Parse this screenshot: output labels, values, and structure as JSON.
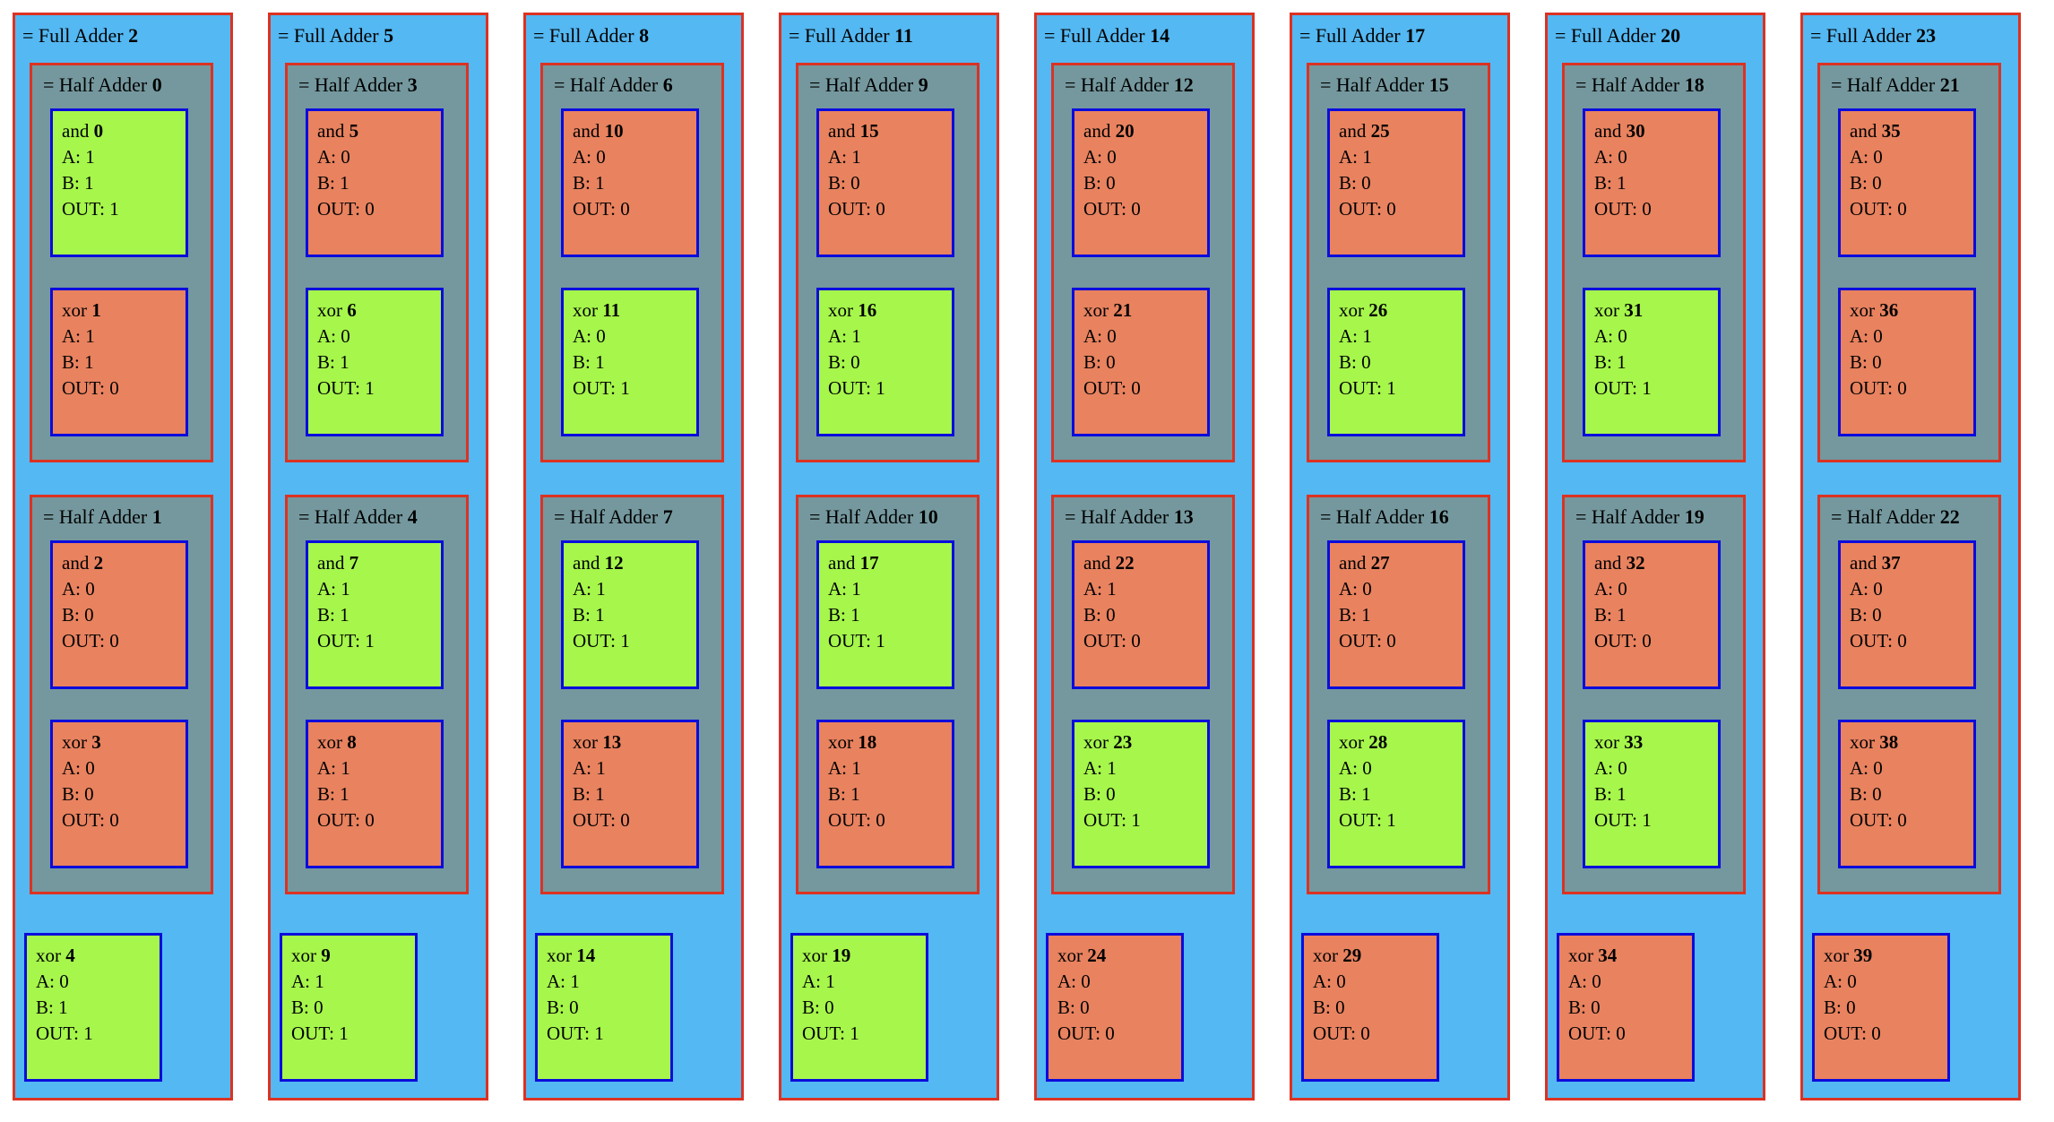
{
  "colors": {
    "page_bg": "#ffffff",
    "full_adder_bg": "#54b8f2",
    "outer_border": "#dc3222",
    "half_adder_bg": "#74989e",
    "gate_border": "#0b0bdc",
    "gate_on": "#a6f64b",
    "gate_off": "#e8825f",
    "text": "#000000"
  },
  "labels": {
    "full_adder_prefix": "= Full Adder",
    "half_adder_prefix": "= Half Adder",
    "a_prefix": "A:",
    "b_prefix": "B:",
    "out_prefix": "OUT:"
  },
  "full_adders": [
    {
      "id": 2,
      "half_adders": [
        {
          "id": 0,
          "gates": [
            {
              "type": "and",
              "id": 0,
              "a": 1,
              "b": 1,
              "out": 1
            },
            {
              "type": "xor",
              "id": 1,
              "a": 1,
              "b": 1,
              "out": 0
            }
          ]
        },
        {
          "id": 1,
          "gates": [
            {
              "type": "and",
              "id": 2,
              "a": 0,
              "b": 0,
              "out": 0
            },
            {
              "type": "xor",
              "id": 3,
              "a": 0,
              "b": 0,
              "out": 0
            }
          ]
        }
      ],
      "output_gate": {
        "type": "xor",
        "id": 4,
        "a": 0,
        "b": 1,
        "out": 1
      }
    },
    {
      "id": 5,
      "half_adders": [
        {
          "id": 3,
          "gates": [
            {
              "type": "and",
              "id": 5,
              "a": 0,
              "b": 1,
              "out": 0
            },
            {
              "type": "xor",
              "id": 6,
              "a": 0,
              "b": 1,
              "out": 1
            }
          ]
        },
        {
          "id": 4,
          "gates": [
            {
              "type": "and",
              "id": 7,
              "a": 1,
              "b": 1,
              "out": 1
            },
            {
              "type": "xor",
              "id": 8,
              "a": 1,
              "b": 1,
              "out": 0
            }
          ]
        }
      ],
      "output_gate": {
        "type": "xor",
        "id": 9,
        "a": 1,
        "b": 0,
        "out": 1
      }
    },
    {
      "id": 8,
      "half_adders": [
        {
          "id": 6,
          "gates": [
            {
              "type": "and",
              "id": 10,
              "a": 0,
              "b": 1,
              "out": 0
            },
            {
              "type": "xor",
              "id": 11,
              "a": 0,
              "b": 1,
              "out": 1
            }
          ]
        },
        {
          "id": 7,
          "gates": [
            {
              "type": "and",
              "id": 12,
              "a": 1,
              "b": 1,
              "out": 1
            },
            {
              "type": "xor",
              "id": 13,
              "a": 1,
              "b": 1,
              "out": 0
            }
          ]
        }
      ],
      "output_gate": {
        "type": "xor",
        "id": 14,
        "a": 1,
        "b": 0,
        "out": 1
      }
    },
    {
      "id": 11,
      "half_adders": [
        {
          "id": 9,
          "gates": [
            {
              "type": "and",
              "id": 15,
              "a": 1,
              "b": 0,
              "out": 0
            },
            {
              "type": "xor",
              "id": 16,
              "a": 1,
              "b": 0,
              "out": 1
            }
          ]
        },
        {
          "id": 10,
          "gates": [
            {
              "type": "and",
              "id": 17,
              "a": 1,
              "b": 1,
              "out": 1
            },
            {
              "type": "xor",
              "id": 18,
              "a": 1,
              "b": 1,
              "out": 0
            }
          ]
        }
      ],
      "output_gate": {
        "type": "xor",
        "id": 19,
        "a": 1,
        "b": 0,
        "out": 1
      }
    },
    {
      "id": 14,
      "half_adders": [
        {
          "id": 12,
          "gates": [
            {
              "type": "and",
              "id": 20,
              "a": 0,
              "b": 0,
              "out": 0
            },
            {
              "type": "xor",
              "id": 21,
              "a": 0,
              "b": 0,
              "out": 0
            }
          ]
        },
        {
          "id": 13,
          "gates": [
            {
              "type": "and",
              "id": 22,
              "a": 1,
              "b": 0,
              "out": 0
            },
            {
              "type": "xor",
              "id": 23,
              "a": 1,
              "b": 0,
              "out": 1
            }
          ]
        }
      ],
      "output_gate": {
        "type": "xor",
        "id": 24,
        "a": 0,
        "b": 0,
        "out": 0
      }
    },
    {
      "id": 17,
      "half_adders": [
        {
          "id": 15,
          "gates": [
            {
              "type": "and",
              "id": 25,
              "a": 1,
              "b": 0,
              "out": 0
            },
            {
              "type": "xor",
              "id": 26,
              "a": 1,
              "b": 0,
              "out": 1
            }
          ]
        },
        {
          "id": 16,
          "gates": [
            {
              "type": "and",
              "id": 27,
              "a": 0,
              "b": 1,
              "out": 0
            },
            {
              "type": "xor",
              "id": 28,
              "a": 0,
              "b": 1,
              "out": 1
            }
          ]
        }
      ],
      "output_gate": {
        "type": "xor",
        "id": 29,
        "a": 0,
        "b": 0,
        "out": 0
      }
    },
    {
      "id": 20,
      "half_adders": [
        {
          "id": 18,
          "gates": [
            {
              "type": "and",
              "id": 30,
              "a": 0,
              "b": 1,
              "out": 0
            },
            {
              "type": "xor",
              "id": 31,
              "a": 0,
              "b": 1,
              "out": 1
            }
          ]
        },
        {
          "id": 19,
          "gates": [
            {
              "type": "and",
              "id": 32,
              "a": 0,
              "b": 1,
              "out": 0
            },
            {
              "type": "xor",
              "id": 33,
              "a": 0,
              "b": 1,
              "out": 1
            }
          ]
        }
      ],
      "output_gate": {
        "type": "xor",
        "id": 34,
        "a": 0,
        "b": 0,
        "out": 0
      }
    },
    {
      "id": 23,
      "half_adders": [
        {
          "id": 21,
          "gates": [
            {
              "type": "and",
              "id": 35,
              "a": 0,
              "b": 0,
              "out": 0
            },
            {
              "type": "xor",
              "id": 36,
              "a": 0,
              "b": 0,
              "out": 0
            }
          ]
        },
        {
          "id": 22,
          "gates": [
            {
              "type": "and",
              "id": 37,
              "a": 0,
              "b": 0,
              "out": 0
            },
            {
              "type": "xor",
              "id": 38,
              "a": 0,
              "b": 0,
              "out": 0
            }
          ]
        }
      ],
      "output_gate": {
        "type": "xor",
        "id": 39,
        "a": 0,
        "b": 0,
        "out": 0
      }
    }
  ]
}
